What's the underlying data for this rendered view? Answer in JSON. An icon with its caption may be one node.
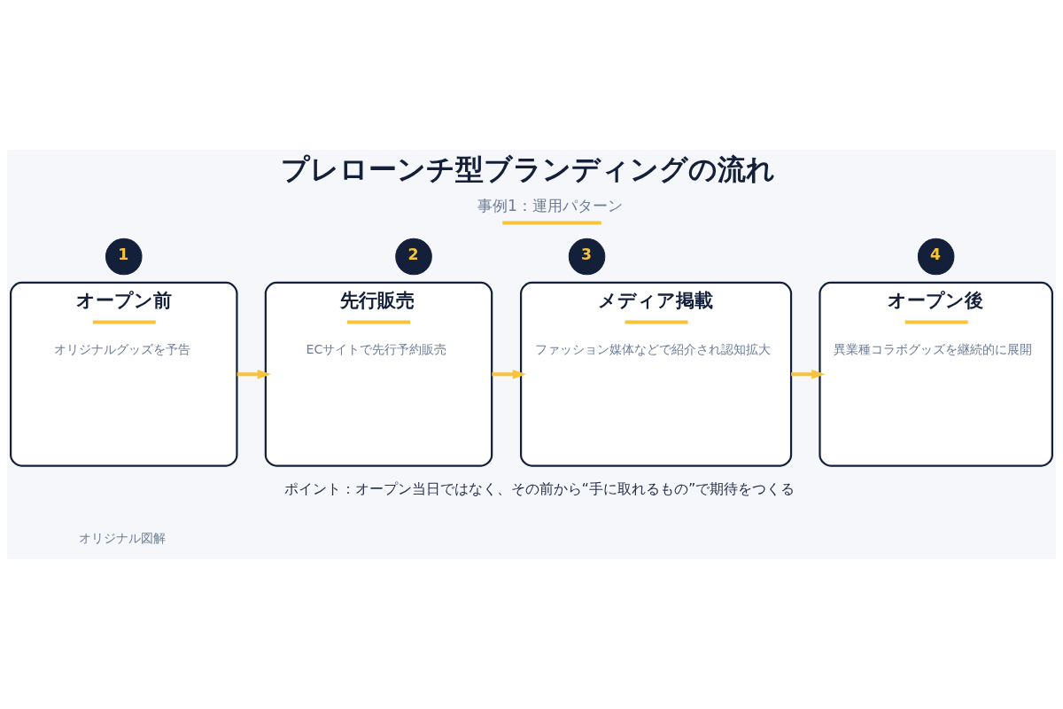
{
  "diagram": {
    "title": "プレローンチ型ブランディングの流れ",
    "nodes": [
      {
        "text": [
          "1"
        ]
      },
      {
        "text": [
          "オープン前",
          "オリジナルグッズを予告"
        ]
      },
      {
        "text": [
          "2"
        ]
      },
      {
        "text": [
          "先行販売",
          "ECサイトで先行予約販売"
        ]
      },
      {
        "text": [
          "3"
        ]
      },
      {
        "text": [
          "メディア掲載",
          "ファッション媒体などで紹介され認知拡大"
        ]
      },
      {
        "text": [
          "4"
        ]
      },
      {
        "text": [
          "オープン後",
          "異業種コラボグッズを継続的に展開"
        ]
      }
    ],
    "edges": [
      {
        "from": 1,
        "to": 3,
        "arrow": "to"
      },
      {
        "from": 3,
        "to": 5,
        "arrow": "to"
      },
      {
        "from": 5,
        "to": 7,
        "arrow": "to"
      }
    ],
    "labels": [
      "事例1：運用パターン",
      "ポイント：オープン当日ではなく、その前から“手に取れるもの”で期待をつくる",
      "オリジナル図解"
    ]
  }
}
